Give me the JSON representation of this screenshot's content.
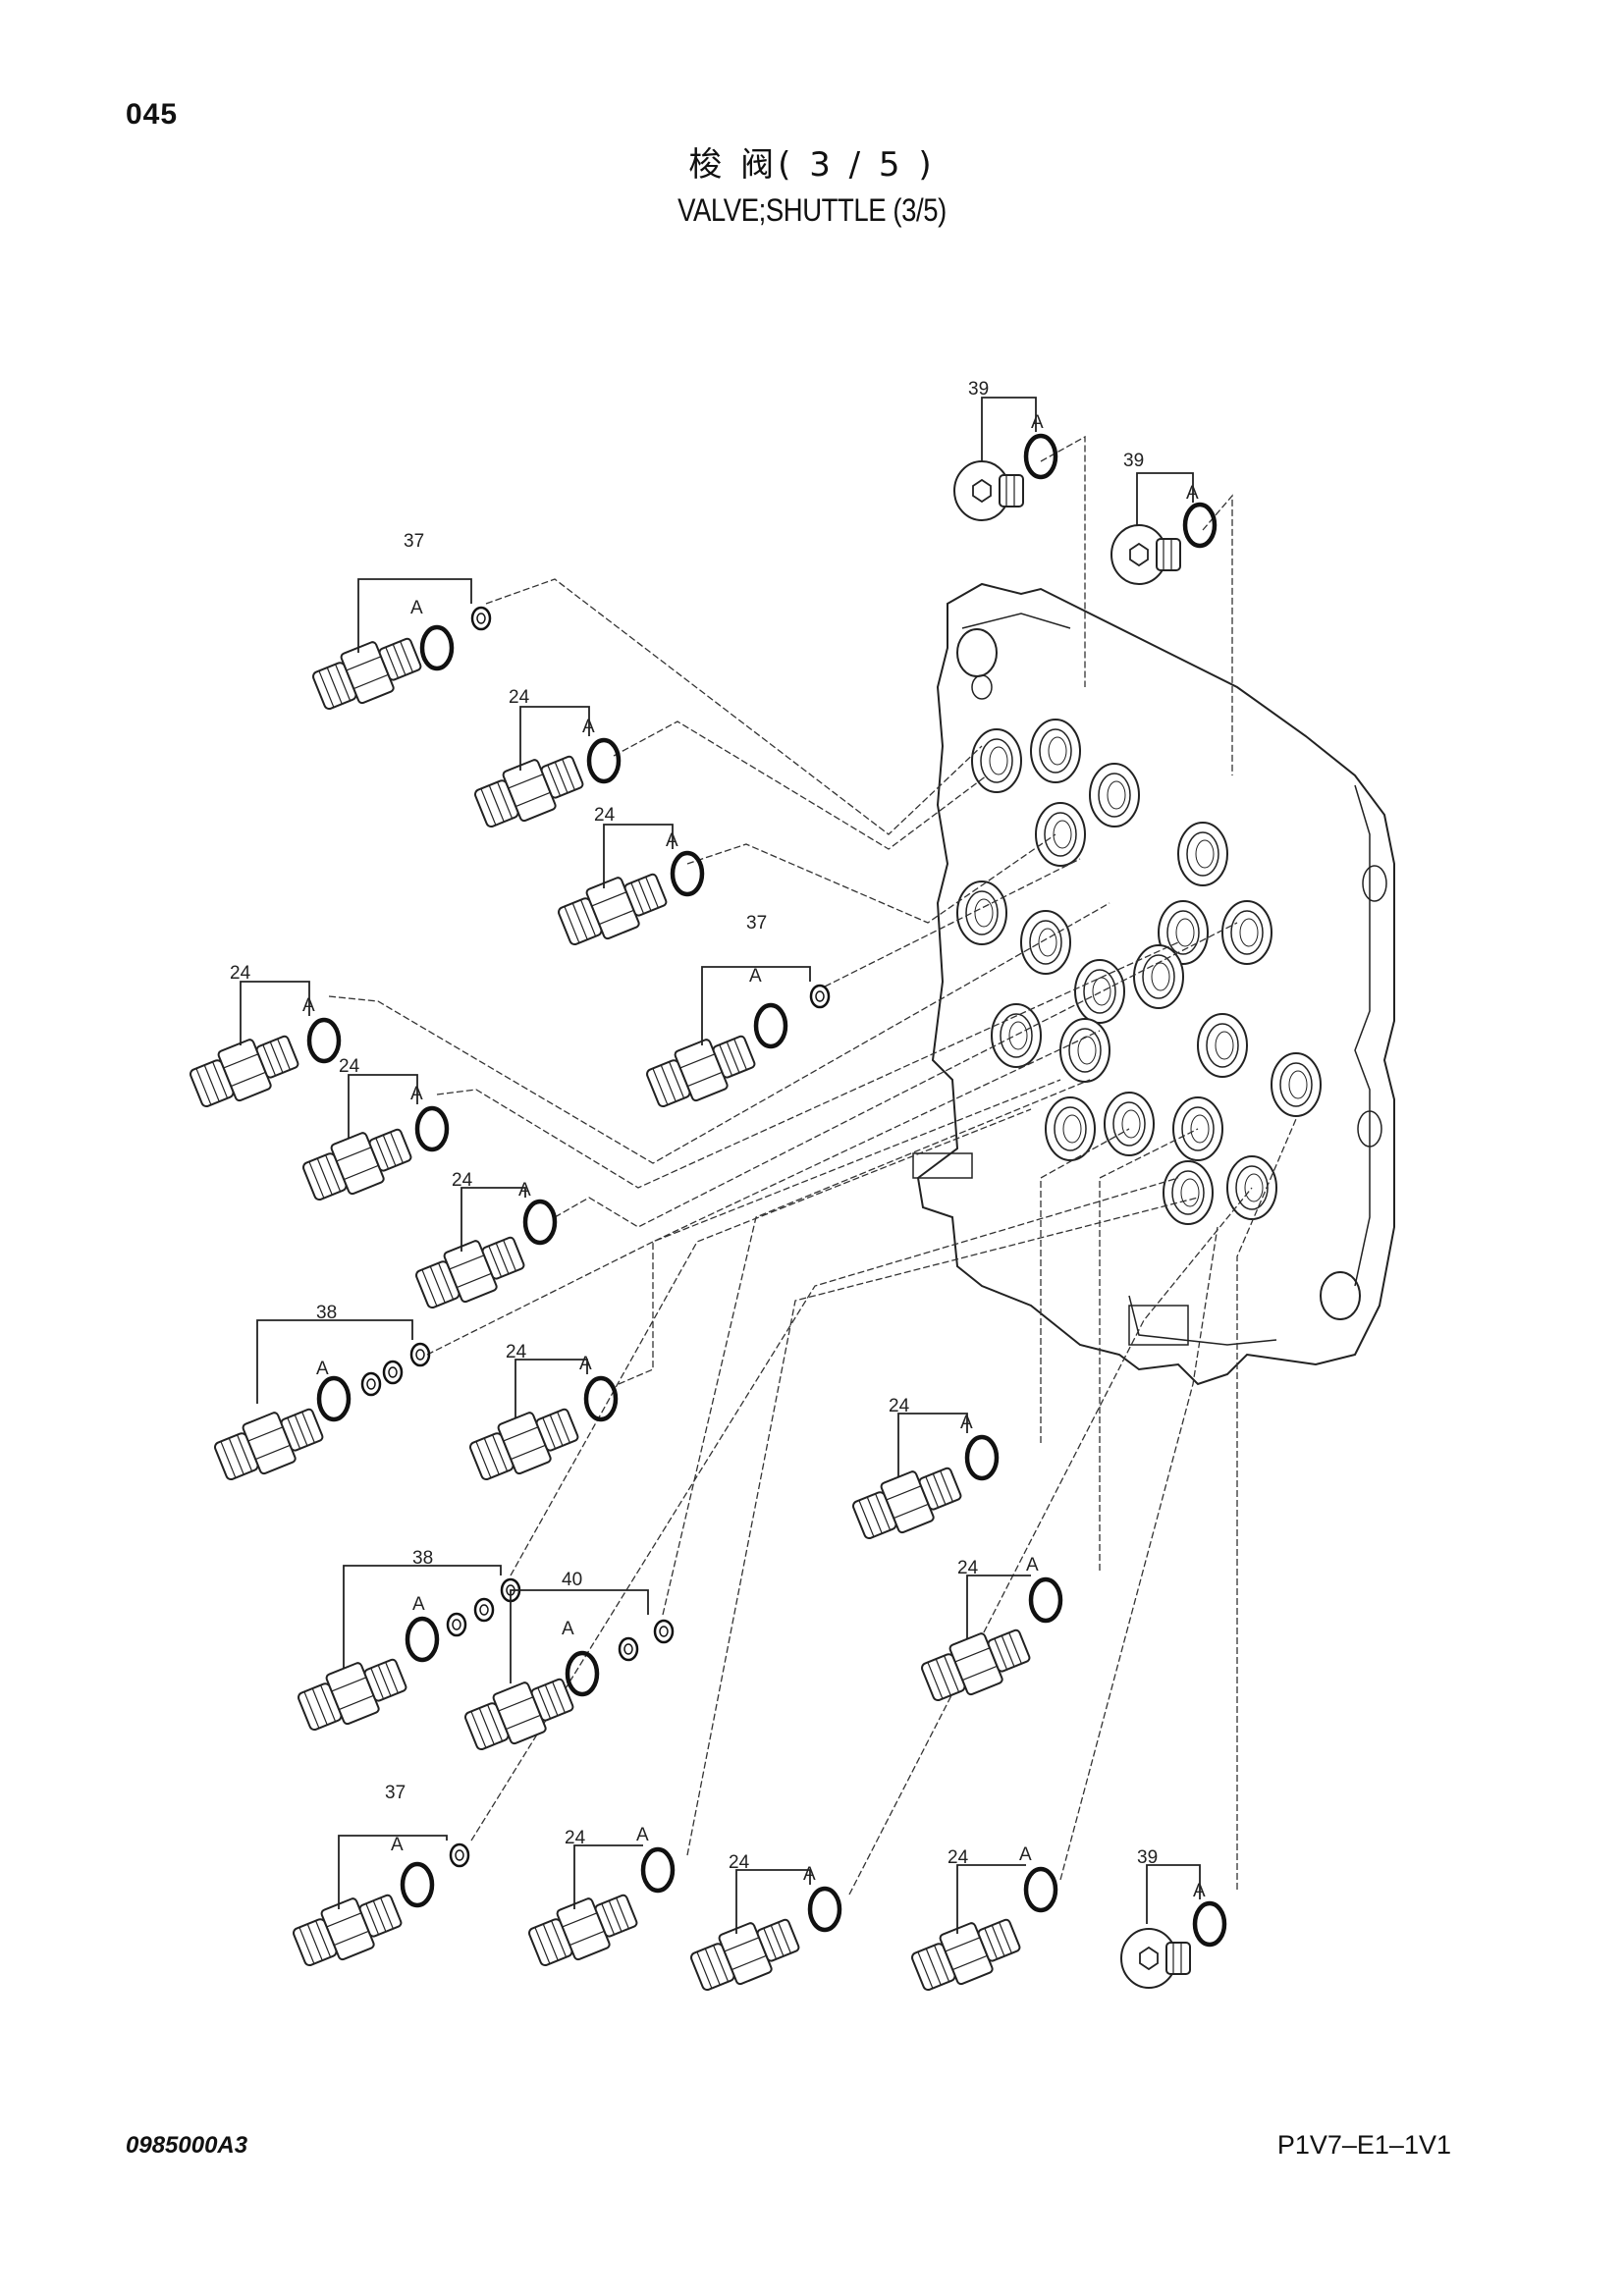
{
  "header": {
    "page_number": "045",
    "title_cn": "梭 阀( 3 / 5 )",
    "title_en": "VALVE;SHUTTLE (3/5)"
  },
  "footer": {
    "doc_code": "0985000A3",
    "sheet_ref": "P1V7–E1–1V1"
  },
  "callouts": [
    {
      "part": "39",
      "sub": "A"
    },
    {
      "part": "39",
      "sub": "A"
    },
    {
      "part": "37",
      "sub": "A"
    },
    {
      "part": "24",
      "sub": "A"
    },
    {
      "part": "24",
      "sub": "A"
    },
    {
      "part": "37",
      "sub": "A"
    },
    {
      "part": "24",
      "sub": "A"
    },
    {
      "part": "24",
      "sub": "A"
    },
    {
      "part": "24",
      "sub": "A"
    },
    {
      "part": "38",
      "sub": "A"
    },
    {
      "part": "24",
      "sub": "A"
    },
    {
      "part": "24",
      "sub": "A"
    },
    {
      "part": "24",
      "sub": "A"
    },
    {
      "part": "38",
      "sub": "A"
    },
    {
      "part": "40",
      "sub": "A"
    },
    {
      "part": "37",
      "sub": "A"
    },
    {
      "part": "24",
      "sub": "A"
    },
    {
      "part": "24",
      "sub": "A"
    },
    {
      "part": "24",
      "sub": "A"
    },
    {
      "part": "39",
      "sub": "A"
    }
  ]
}
